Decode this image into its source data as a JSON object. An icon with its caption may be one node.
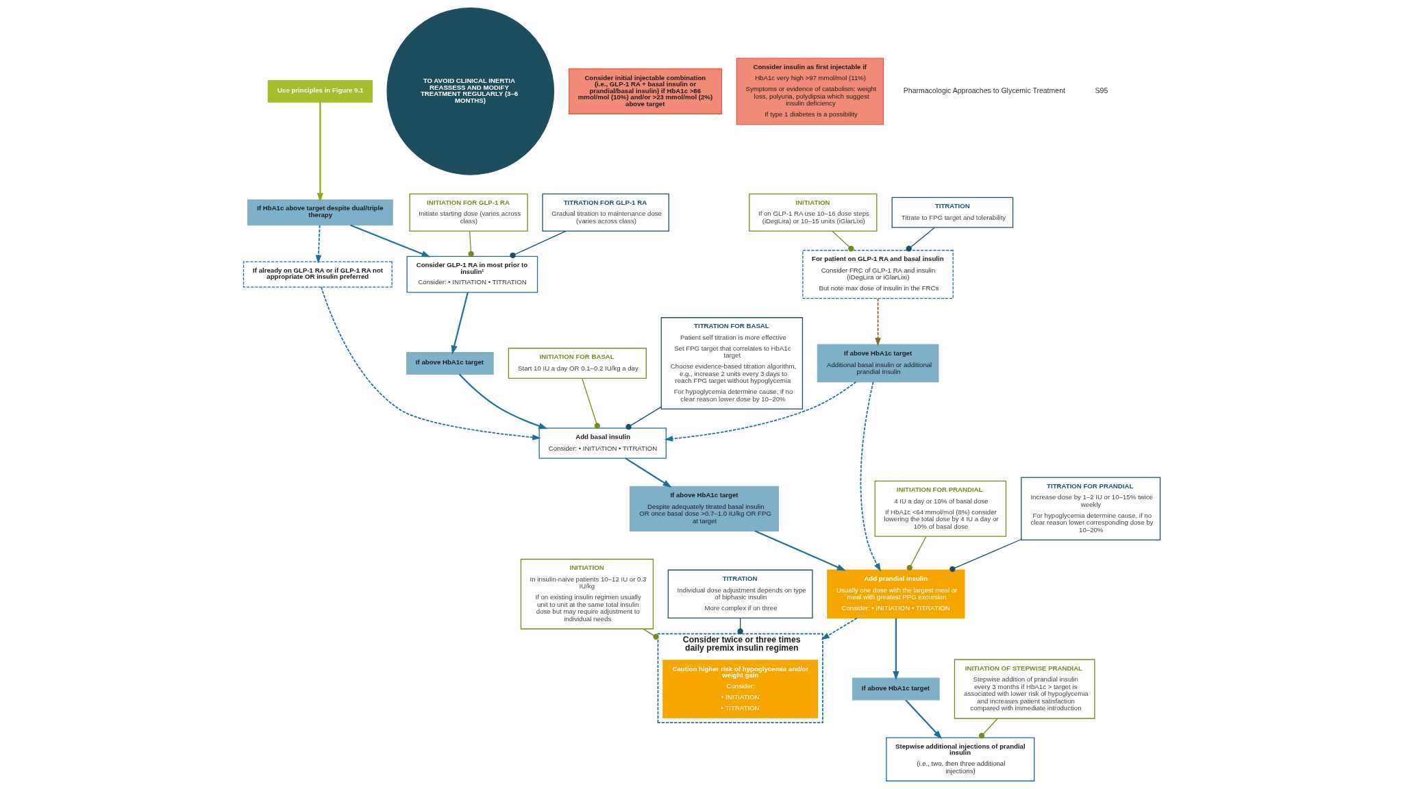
{
  "diagram": {
    "nodes": [
      {
        "text": [
          "Use principles in Figure 9.1"
        ]
      },
      {
        "text": [
          "TO AVOID CLINICAL INERTIA REASSESS AND MODIFY TREATMENT REGULARLY (3–6 MONTHS)"
        ]
      },
      {
        "text": [
          "If HbA1c above target despite dual/triple therapy"
        ]
      },
      {
        "text": [
          "Consider initial injectable combination (i.e., GLP-1 RA + basal insulin or prandial/basal insulin) if HbA1c >86 mmol/mol (10%) and/or >23 mmol/mol (2%) above target"
        ]
      },
      {
        "text": [
          "INITIATION FOR GLP-1 RA",
          "Initiate starting dose (varies across class)"
        ]
      },
      {
        "text": [
          "TITRATION FOR GLP-1 RA",
          "Gradual titration to maintenance dose (varies across class)"
        ]
      },
      {
        "text": [
          "Consider GLP-1 RA in most prior to insulin¹",
          "Consider: • INITIATION • TITRATION"
        ]
      },
      {
        "text": [
          "Consider insulin as first injectable if",
          "HbA1c very high >97 mmol/mol (11%)",
          "Symptoms or evidence of catabolism: weight loss, polyuria, polydipsia which suggest insulin deficiency",
          "If type 1 diabetes is a possibility"
        ]
      },
      {
        "text": [
          "If already on GLP-1 RA or if GLP-1 RA not appropriate OR insulin preferred"
        ]
      },
      {
        "text": [
          "If above HbA1c target"
        ]
      },
      {
        "text": [
          "INITIATION FOR BASAL",
          "Start 10 IU a day OR 0.1–0.2 IU/kg a day"
        ]
      },
      {
        "text": [
          "TITRATION FOR BASAL",
          "Patient self titration is more effective",
          "Set FPG target that correlates to HbA1c target",
          "Choose evidence-based titration algorithm, e.g., increase 2 units every 3 days to reach FPG target without hypoglycemia",
          "For hypoglycemia determine cause, if no clear reason lower dose by 10–20%"
        ]
      },
      {
        "text": [
          "Add basal insulin",
          "Consider: • INITIATION • TITRATION"
        ]
      },
      {
        "text": [
          "For patient on GLP-1 RA and basal insulin",
          "Consider FRC of GLP-1 RA and insulin (iDegLira or iGlarLixi)",
          "But note max dose of insulin in the FRCs"
        ]
      },
      {
        "text": [
          "INITIATION",
          "If on GLP-1 RA use 10–16 dose steps (iDegLira) or 10–15 units (iGlarLixi)"
        ]
      },
      {
        "text": [
          "TITRATION",
          "Titrate to FPG target and tolerability"
        ]
      },
      {
        "text": [
          "If above HbA1c target",
          "Despite adequately titrated basal insulin OR once basal dose >0.7–1.0 IU/kg OR FPG at target"
        ]
      },
      {
        "text": [
          "If above HbA1c target",
          "Additional basal insulin or additional prandial insulin"
        ]
      },
      {
        "text": [
          "INITIATION FOR PRANDIAL",
          "4 IU a day or 10% of basal dose",
          "If HbA1c <64 mmol/mol (8%) consider lowering the total dose by 4 IU a day or 10% of basal dose"
        ]
      },
      {
        "text": [
          "TITRATION FOR PRANDIAL",
          "Increase dose by 1–2 IU or 10–15% twice weekly",
          "For hypoglycemia determine cause, if no clear reason lower corresponding dose by 10–20%"
        ]
      },
      {
        "text": [
          "Add prandial insulin",
          "Usually one dose with the largest meal or meal with greatest PPG excursion",
          "Consider: • INITIATION • TITRATION"
        ]
      },
      {
        "text": [
          "Consider twice or three times daily premix insulin regimen"
        ]
      },
      {
        "text": [
          "Caution higher risk of hypoglycemia and/or weight gain",
          "Consider:",
          "• INITIATION",
          "• TITRATION"
        ],
        "in": 21
      },
      {
        "text": [
          "INITIATION",
          "In insulin-naive patients 10–12 IU or 0.3 IU/kg",
          "If on existing insulin regimen usually unit to unit at the same total insulin dose but may require adjustment to individual needs"
        ]
      },
      {
        "text": [
          "TITRATION",
          "Individual dose adjustment depends on type of biphasic insulin",
          "More complex if on three"
        ]
      },
      {
        "text": [
          "If above HbA1c target"
        ]
      },
      {
        "text": [
          "INITIATION OF STEPWISE PRANDIAL",
          "Stepwise addition of prandial insulin every 3 months if HbA1c > target is associated with lower risk of hypoglycemia and increases patient satisfaction compared with immediate introduction"
        ]
      },
      {
        "text": [
          "Stepwise additional injections of prandial insulin",
          "(i.e., two, then three additional injections)"
        ]
      }
    ],
    "edges": [
      {
        "from": 0,
        "to": 2,
        "arrow": "to",
        "color": "#8fa61e"
      },
      {
        "from": 2,
        "to": 6,
        "arrow": "to"
      },
      {
        "from": 2,
        "to": 8,
        "arrow": "to",
        "style": "dashed"
      },
      {
        "from": 4,
        "to": 6,
        "arrow": "other",
        "color": "#7a8a1e"
      },
      {
        "from": 5,
        "to": 6,
        "arrow": "other",
        "color": "#1d4e6b"
      },
      {
        "from": 6,
        "to": 9,
        "arrow": "to"
      },
      {
        "from": 9,
        "to": 12,
        "arrow": "to"
      },
      {
        "from": 8,
        "to": 12,
        "arrow": "to",
        "style": "dashed"
      },
      {
        "from": 10,
        "to": 12,
        "arrow": "other",
        "color": "#7a8a1e"
      },
      {
        "from": 11,
        "to": 12,
        "arrow": "other",
        "color": "#1d4e6b"
      },
      {
        "from": 14,
        "to": 13,
        "arrow": "other",
        "color": "#7a8a1e"
      },
      {
        "from": 15,
        "to": 13,
        "arrow": "other",
        "color": "#1d4e6b"
      },
      {
        "from": 12,
        "to": 16,
        "arrow": "to"
      },
      {
        "from": 13,
        "to": 17,
        "arrow": "to",
        "style": "dashed",
        "color": "#8a6a2a"
      },
      {
        "from": 17,
        "to": 12,
        "arrow": "to",
        "style": "dashed"
      },
      {
        "from": 16,
        "to": 20,
        "arrow": "to"
      },
      {
        "from": 17,
        "to": 20,
        "arrow": "to",
        "style": "dashed"
      },
      {
        "from": 18,
        "to": 20,
        "arrow": "other",
        "color": "#7a8a1e"
      },
      {
        "from": 19,
        "to": 20,
        "arrow": "other",
        "color": "#1d4e6b"
      },
      {
        "from": 20,
        "to": 21,
        "arrow": "to",
        "style": "dashed"
      },
      {
        "from": 23,
        "to": 21,
        "arrow": "other",
        "color": "#7a8a1e"
      },
      {
        "from": 24,
        "to": 21,
        "arrow": "other",
        "color": "#1d4e6b"
      },
      {
        "from": 20,
        "to": 25,
        "arrow": "to"
      },
      {
        "from": 25,
        "to": 27,
        "arrow": "to"
      },
      {
        "from": 26,
        "to": 27,
        "arrow": "other",
        "color": "#7a8a1e"
      }
    ],
    "labels": [
      "Pharmacologic Approaches to Glycemic Treatment",
      "S95"
    ]
  }
}
